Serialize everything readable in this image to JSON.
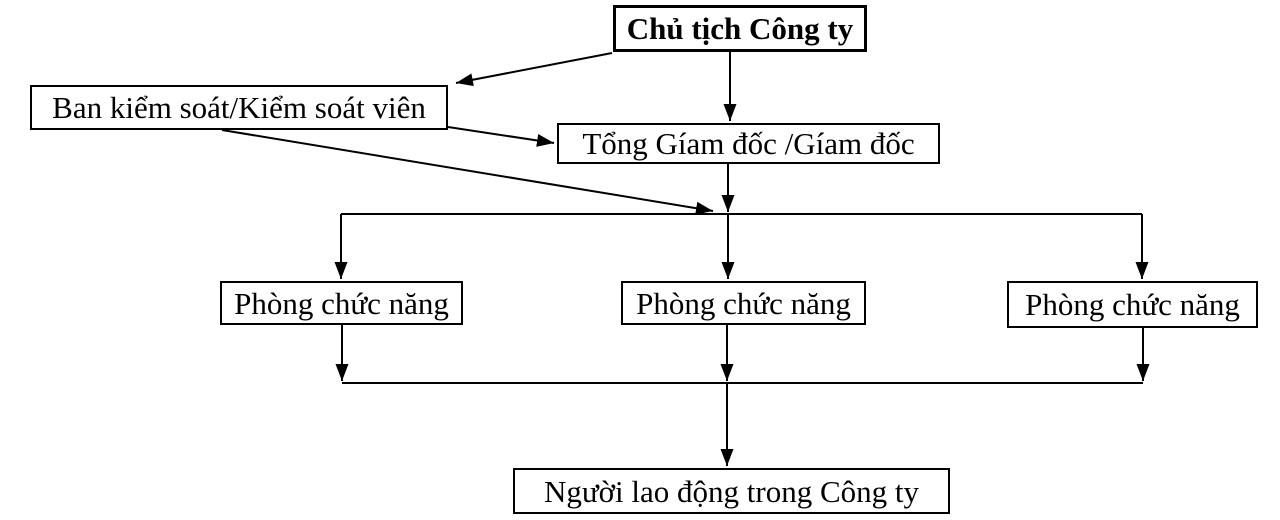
{
  "diagram": {
    "type": "org-chart",
    "language": "vi",
    "nodes": {
      "chairman": "Chủ tịch Công ty",
      "supervisory": "Ban kiểm soát/Kiểm soát viên",
      "director": "Tổng Gíam đốc /Gíam đốc",
      "dept1": "Phòng chức năng",
      "dept2": "Phòng chức năng",
      "dept3": "Phòng chức năng",
      "workers": "Người lao động trong Công ty"
    },
    "edges": [
      {
        "from": "chairman",
        "to": "supervisory",
        "arrow": true
      },
      {
        "from": "chairman",
        "to": "director",
        "arrow": true
      },
      {
        "from": "supervisory",
        "to": "director",
        "arrow": true
      },
      {
        "from": "supervisory",
        "to": "director-distribution-junction",
        "arrow": true
      },
      {
        "from": "director",
        "to": "dept1",
        "arrow": true
      },
      {
        "from": "director",
        "to": "dept2",
        "arrow": true
      },
      {
        "from": "director",
        "to": "dept3",
        "arrow": true
      },
      {
        "from": "dept1",
        "to": "workers",
        "arrow": true
      },
      {
        "from": "dept2",
        "to": "workers",
        "arrow": true
      },
      {
        "from": "dept3",
        "to": "workers",
        "arrow": true
      }
    ],
    "colors": {
      "background": "#ffffff",
      "line": "#000000",
      "box_border": "#000000",
      "text": "#000000"
    }
  }
}
